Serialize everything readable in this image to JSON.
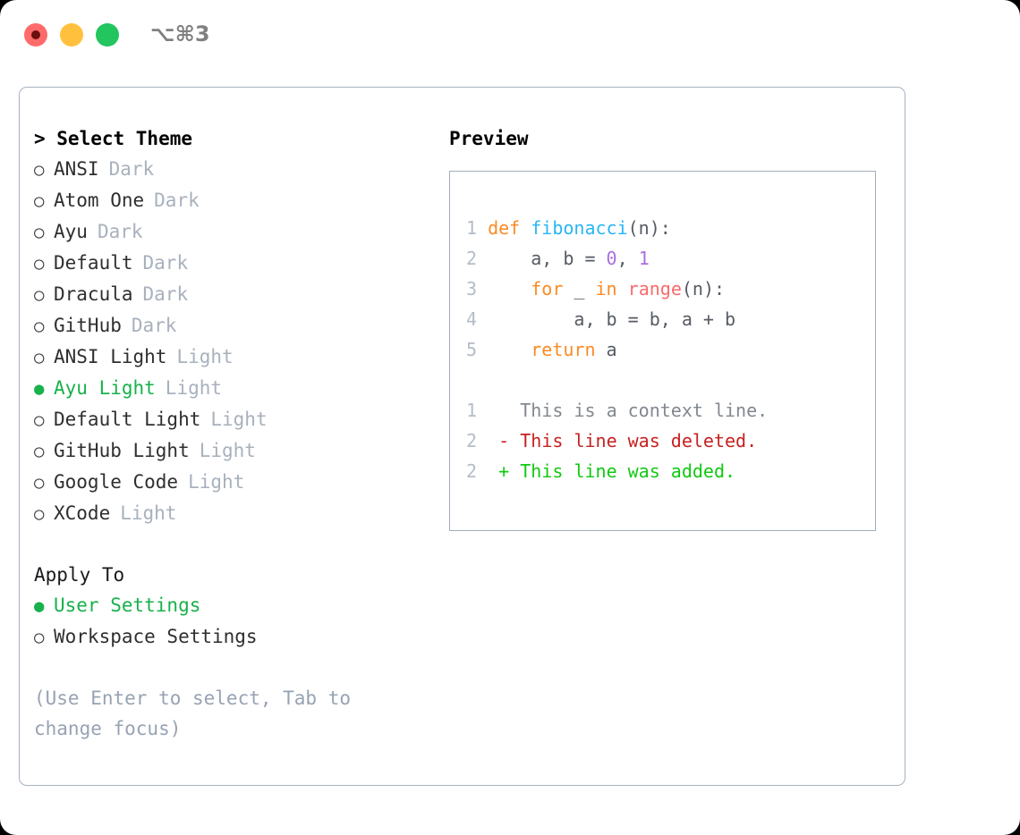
{
  "titlebar": {
    "shortcut": "⌥⌘3",
    "buttons": [
      {
        "name": "close",
        "color": "#ff6b6b"
      },
      {
        "name": "minimize",
        "color": "#ffc13d"
      },
      {
        "name": "maximize",
        "color": "#22c55e"
      }
    ]
  },
  "theme_section": {
    "heading": "> Select Theme",
    "items": [
      {
        "bullet": "○",
        "label": "ANSI",
        "tag": "Dark",
        "selected": false
      },
      {
        "bullet": "○",
        "label": "Atom One",
        "tag": "Dark",
        "selected": false
      },
      {
        "bullet": "○",
        "label": "Ayu",
        "tag": "Dark",
        "selected": false
      },
      {
        "bullet": "○",
        "label": "Default",
        "tag": "Dark",
        "selected": false
      },
      {
        "bullet": "○",
        "label": "Dracula",
        "tag": "Dark",
        "selected": false
      },
      {
        "bullet": "○",
        "label": "GitHub",
        "tag": "Dark",
        "selected": false
      },
      {
        "bullet": "○",
        "label": "ANSI Light",
        "tag": "Light",
        "selected": false
      },
      {
        "bullet": "●",
        "label": "Ayu Light",
        "tag": "Light",
        "selected": true
      },
      {
        "bullet": "○",
        "label": "Default Light",
        "tag": "Light",
        "selected": false
      },
      {
        "bullet": "○",
        "label": "GitHub Light",
        "tag": "Light",
        "selected": false
      },
      {
        "bullet": "○",
        "label": "Google Code",
        "tag": "Light",
        "selected": false
      },
      {
        "bullet": "○",
        "label": "XCode",
        "tag": "Light",
        "selected": false
      }
    ]
  },
  "apply_section": {
    "heading": "Apply To",
    "items": [
      {
        "bullet": "●",
        "label": "User Settings",
        "selected": true
      },
      {
        "bullet": "○",
        "label": "Workspace Settings",
        "selected": false
      }
    ]
  },
  "hint": "(Use Enter to select, Tab to change focus)",
  "preview": {
    "heading": "Preview",
    "code_lines": [
      {
        "num": "1",
        "tokens": [
          {
            "t": "def",
            "c": "kw"
          },
          {
            "t": " ",
            "c": "plain"
          },
          {
            "t": "fibonacci",
            "c": "fn"
          },
          {
            "t": "(n):",
            "c": "plain"
          }
        ]
      },
      {
        "num": "2",
        "tokens": [
          {
            "t": "    a, b = ",
            "c": "plain"
          },
          {
            "t": "0",
            "c": "num"
          },
          {
            "t": ", ",
            "c": "plain"
          },
          {
            "t": "1",
            "c": "num"
          }
        ]
      },
      {
        "num": "3",
        "tokens": [
          {
            "t": "    ",
            "c": "plain"
          },
          {
            "t": "for",
            "c": "kw"
          },
          {
            "t": " _ ",
            "c": "plain"
          },
          {
            "t": "in",
            "c": "kw"
          },
          {
            "t": " ",
            "c": "plain"
          },
          {
            "t": "range",
            "c": "builtin"
          },
          {
            "t": "(n):",
            "c": "plain"
          }
        ]
      },
      {
        "num": "4",
        "tokens": [
          {
            "t": "        a, b = b, a + b",
            "c": "plain"
          }
        ]
      },
      {
        "num": "5",
        "tokens": [
          {
            "t": "    ",
            "c": "plain"
          },
          {
            "t": "return",
            "c": "kw"
          },
          {
            "t": " a",
            "c": "plain"
          }
        ]
      }
    ],
    "diff_lines": [
      {
        "num": "1",
        "marker": "  ",
        "text": "This is a context line.",
        "kind": "ctx"
      },
      {
        "num": "2",
        "marker": "- ",
        "text": "This line was deleted.",
        "kind": "del"
      },
      {
        "num": "2",
        "marker": "+ ",
        "text": "This line was added.",
        "kind": "add"
      }
    ]
  },
  "colors": {
    "accent_green": "#18b14b",
    "muted": "#a8b1bd",
    "border": "#a7b2c0",
    "keyword": "#fb8b24",
    "function": "#29b6f6",
    "number": "#a96ee0",
    "builtin": "#f76b6b",
    "diff_delete": "#c62121",
    "diff_add": "#12c912"
  }
}
